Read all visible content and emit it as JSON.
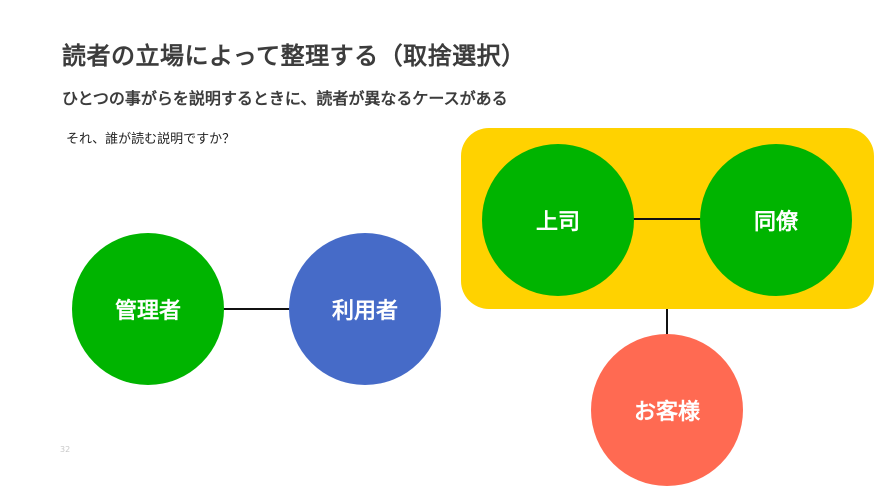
{
  "slide": {
    "title": "読者の立場によって整理する（取捨選択）",
    "subtitle": "ひとつの事がらを説明するときに、読者が異なるケースがある",
    "question": "それ、誰が読む説明ですか？",
    "page_number": "32"
  },
  "diagram": {
    "nodes": {
      "manager": {
        "label": "管理者",
        "color": "#00b400"
      },
      "user": {
        "label": "利用者",
        "color": "#466bc8"
      },
      "boss": {
        "label": "上司",
        "color": "#00b400"
      },
      "colleague": {
        "label": "同僚",
        "color": "#00b400"
      },
      "customer": {
        "label": "お客様",
        "color": "#ff6a52"
      }
    },
    "group": {
      "color": "#ffd200"
    }
  }
}
